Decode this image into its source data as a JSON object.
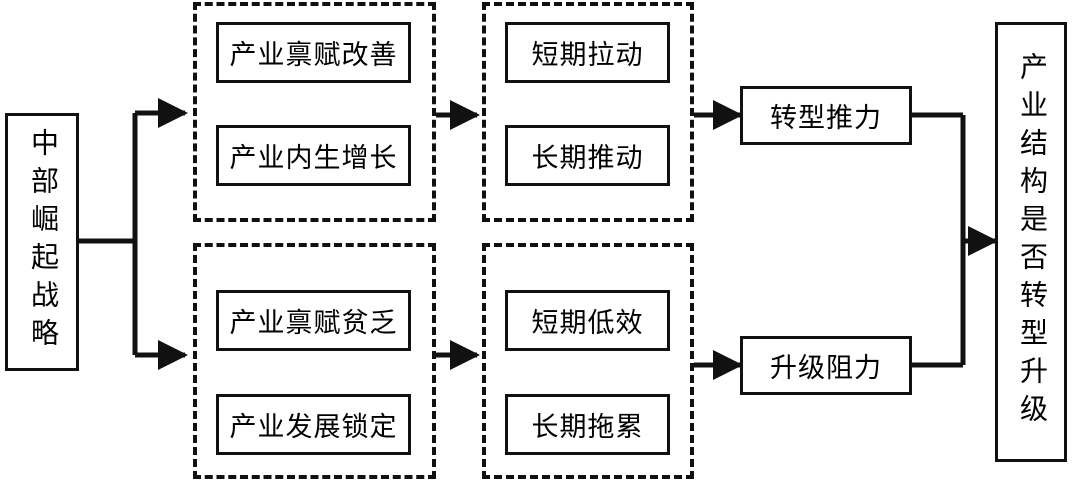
{
  "diagram": {
    "title_text": "",
    "colors": {
      "stroke": "#111111",
      "background": "#ffffff",
      "text": "#000000"
    },
    "source_node": {
      "label": "中部崛起战略",
      "orientation": "vertical"
    },
    "result_node": {
      "label": "产业结构是否转型升级",
      "orientation": "vertical"
    },
    "groups": [
      {
        "id": "upper-cause-group",
        "nodes": [
          {
            "label": "产业禀赋改善"
          },
          {
            "label": "产业内生增长"
          }
        ]
      },
      {
        "id": "upper-effect-group",
        "nodes": [
          {
            "label": "短期拉动"
          },
          {
            "label": "长期推动"
          }
        ]
      },
      {
        "id": "lower-cause-group",
        "nodes": [
          {
            "label": "产业禀赋贫乏"
          },
          {
            "label": "产业发展锁定"
          }
        ]
      },
      {
        "id": "lower-effect-group",
        "nodes": [
          {
            "label": "短期低效"
          },
          {
            "label": "长期拖累"
          }
        ]
      }
    ],
    "outcome_nodes": [
      {
        "id": "push-node",
        "label": "转型推力"
      },
      {
        "id": "resist-node",
        "label": "升级阻力"
      }
    ]
  }
}
